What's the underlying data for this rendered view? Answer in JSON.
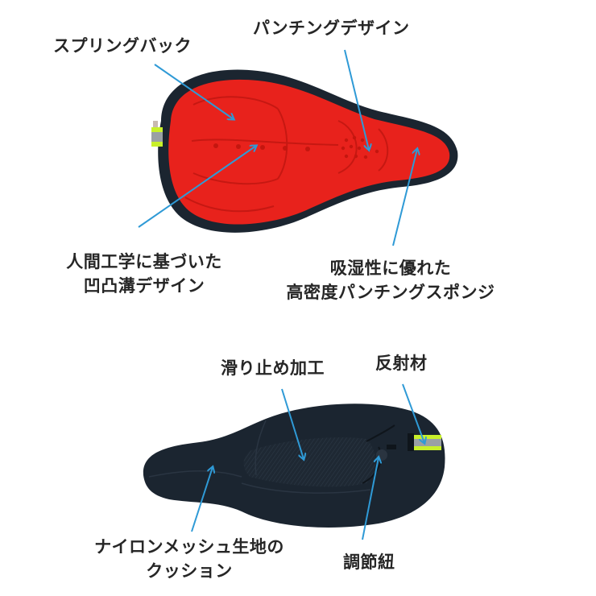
{
  "colors": {
    "background": "#ffffff",
    "text": "#262626",
    "arrow": "#2f9ad6",
    "foam_red": "#e8221c",
    "foam_red_dark": "#b8140f",
    "cover_black": "#1b2530",
    "mesh_dark": "#202a35",
    "reflective_green": "#c8f02a",
    "reflective_gray": "#9aa0a4"
  },
  "top_product": {
    "name": "saddle-cover-top-view",
    "labels": {
      "spring_back": "スプリングバック",
      "punching_design": "パンチングデザイン",
      "ergonomic_line1": "人間工学に基づいた",
      "ergonomic_line2": "凹凸溝デザイン",
      "absorbent_line1": "吸湿性に優れた",
      "absorbent_line2": "高密度パンチングスポンジ"
    }
  },
  "bottom_product": {
    "name": "saddle-cover-underside-view",
    "labels": {
      "anti_slip": "滑り止め加工",
      "reflective": "反射材",
      "nylon_line1": "ナイロンメッシュ生地の",
      "nylon_line2": "クッション",
      "drawstring": "調節紐"
    }
  }
}
